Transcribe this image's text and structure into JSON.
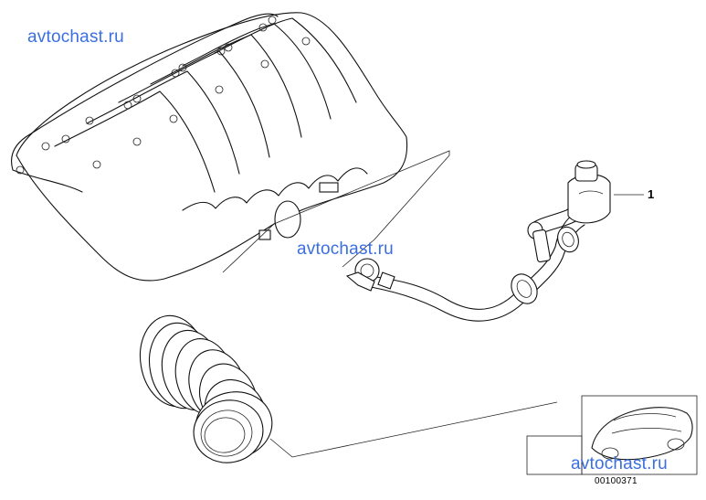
{
  "watermarks": [
    "avtochast.ru",
    "avtochast.ru",
    "avtochast.ru"
  ],
  "callout": {
    "number": "1"
  },
  "document_number": "00100371"
}
